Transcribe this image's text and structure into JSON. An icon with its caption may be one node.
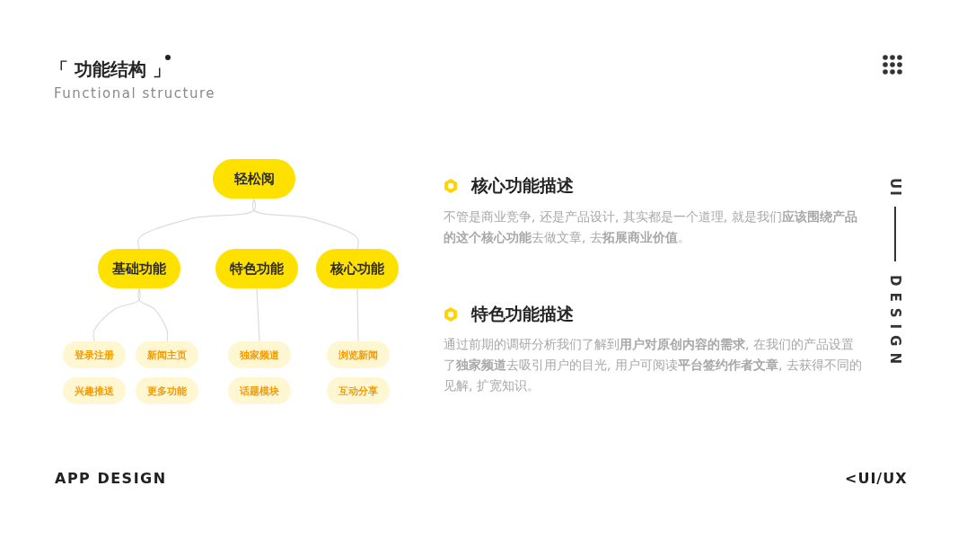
{
  "diagram": {
    "title": "「 功能结构 」",
    "nodes": [
      {
        "text": [
          "轻松阅"
        ]
      },
      {
        "text": [
          "基础功能"
        ]
      },
      {
        "text": [
          "特色功能"
        ]
      },
      {
        "text": [
          "核心功能"
        ]
      },
      {
        "text": [
          "登录注册"
        ]
      },
      {
        "text": [
          "新闻主页"
        ]
      },
      {
        "text": [
          "独家频道"
        ]
      },
      {
        "text": [
          "浏览新闻"
        ]
      },
      {
        "text": [
          "兴趣推送"
        ]
      },
      {
        "text": [
          "更多功能"
        ]
      },
      {
        "text": [
          "话题模块"
        ]
      },
      {
        "text": [
          "互动分享"
        ]
      }
    ],
    "edges": [
      {
        "from": 0,
        "to": 1,
        "arrow": "none"
      },
      {
        "from": 0,
        "to": 3,
        "arrow": "none"
      },
      {
        "from": 1,
        "to": 4,
        "arrow": "none"
      },
      {
        "from": 1,
        "to": 5,
        "arrow": "none"
      },
      {
        "from": 2,
        "to": 6,
        "arrow": "none"
      },
      {
        "from": 3,
        "to": 7,
        "arrow": "none"
      }
    ],
    "labels": [
      "Functional structure",
      "核心功能描述",
      "不管是商业竞争, 还是产品设计, 其实都是一个道理, 就是我们**应该围绕产品的这个核心功能**去做文章, 去**拓展商业价值**。",
      "特色功能描述",
      "通过前期的调研分析我们了解到**用户对原创内容的需求**, 在我们的产品设置了**独家频道**去吸引用户的目光, 用户可阅读**平台签约作者文章**, 去获得不同的见解, 扩宽知识。",
      "UI",
      "DESIGN",
      "APP DESIGN",
      "<UI/UX"
    ]
  }
}
